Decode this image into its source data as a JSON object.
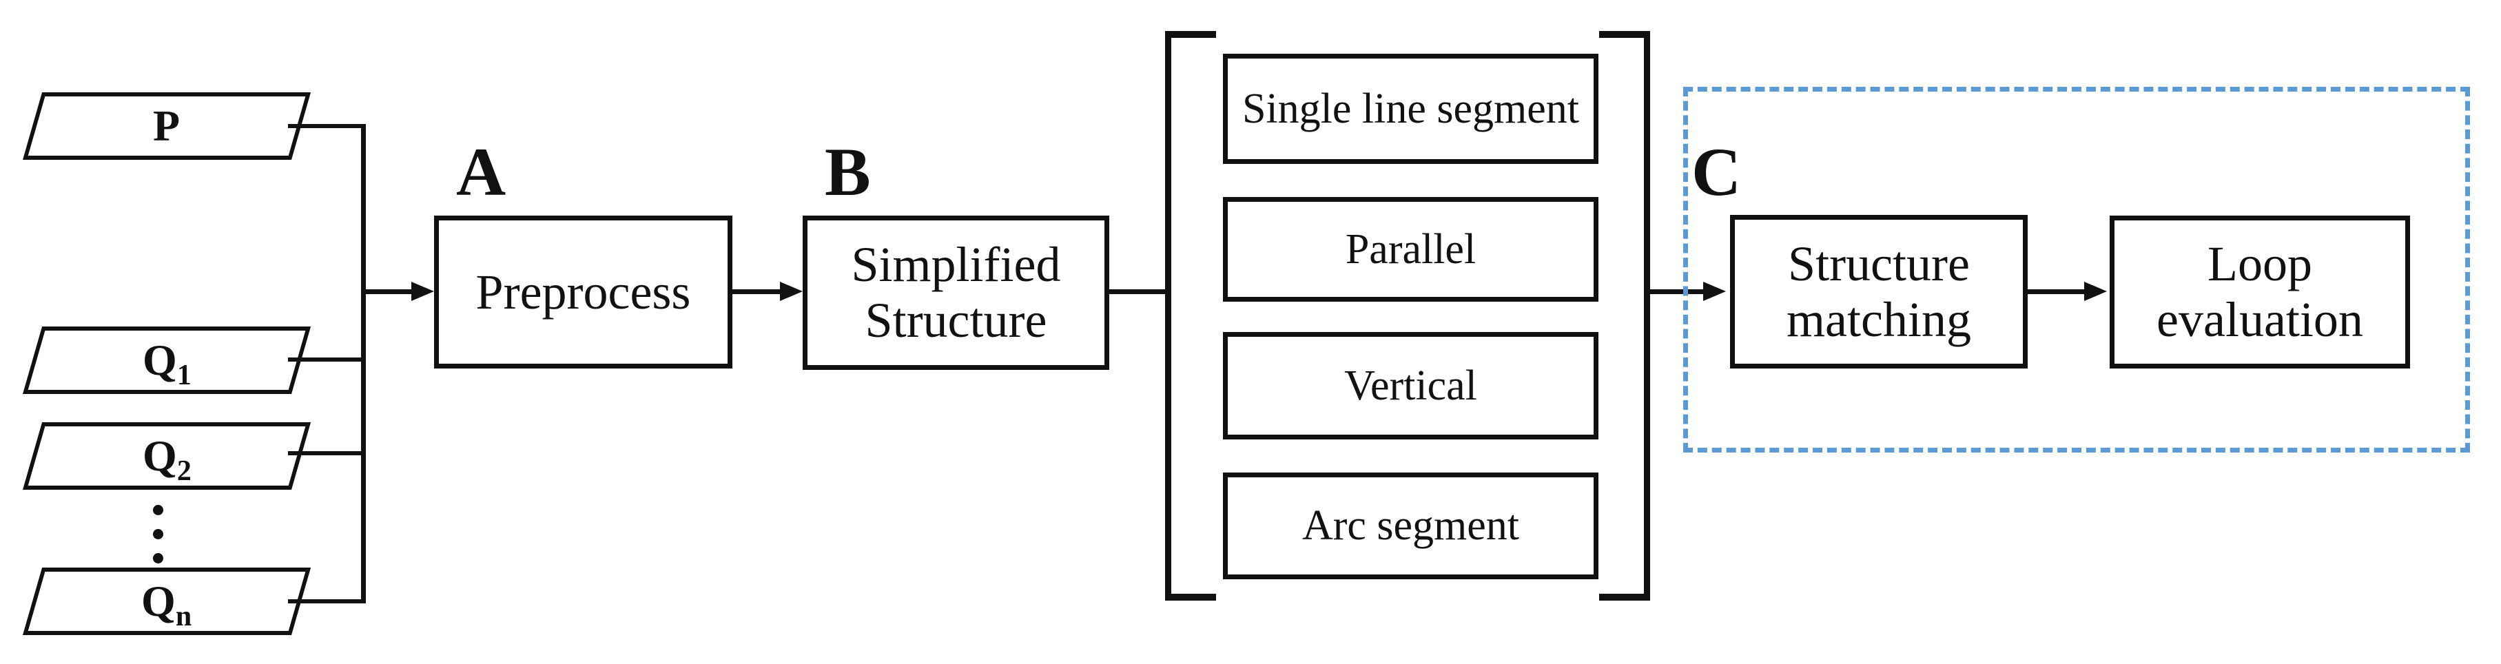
{
  "diagram": {
    "title_hint": "structure matching pipeline flowchart",
    "colors": {
      "line": "#111111",
      "dashed_group_border": "#5B9BD5",
      "background": "#ffffff"
    },
    "inputs": [
      {
        "label": "P",
        "sub": ""
      },
      {
        "label": "Q",
        "sub": "1"
      },
      {
        "label": "Q",
        "sub": "2"
      },
      {
        "label": "Q",
        "sub": "n"
      }
    ],
    "ellipsis_dots": 3,
    "stage_labels": {
      "a": "A",
      "b": "B",
      "c": "C"
    },
    "boxes": {
      "preprocess": "Preprocess",
      "simplified": "Simplified Structure",
      "structure_matching": "Structure matching",
      "loop_evaluation": "Loop evaluation"
    },
    "bracket_items": [
      "Single line segment",
      "Parallel",
      "Vertical",
      "Arc segment"
    ]
  }
}
